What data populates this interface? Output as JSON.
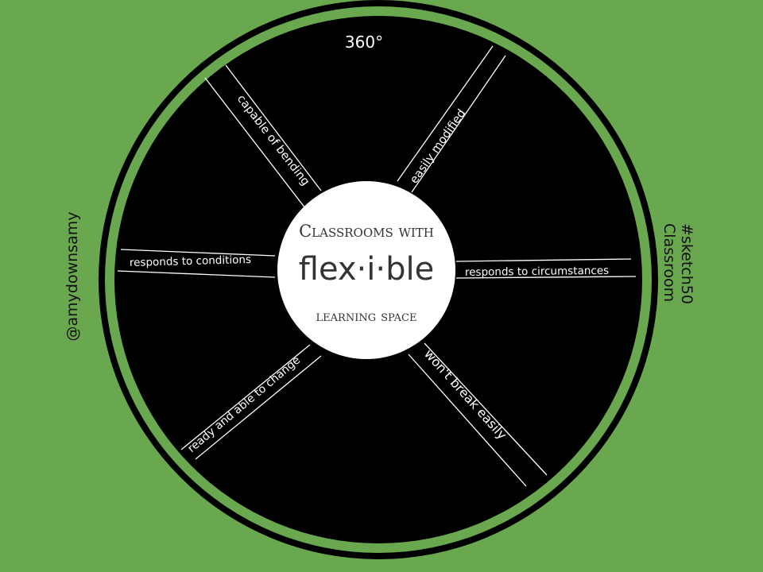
{
  "top_label": "360°",
  "center": {
    "line1": "Classrooms with",
    "word": "flex·i·ble",
    "line3": "learning space"
  },
  "spokes": [
    {
      "id": "capable-of-bending",
      "text": "capable of bending"
    },
    {
      "id": "easily-modified",
      "text": "easily modified"
    },
    {
      "id": "responds-to-conditions",
      "text": "responds to conditions"
    },
    {
      "id": "responds-to-circumstances",
      "text": "responds to circumstances"
    },
    {
      "id": "ready-and-able-to-change",
      "text": "ready and able to change"
    },
    {
      "id": "wont-break-easily",
      "text": "won't break easily"
    }
  ],
  "side_left": "@amydownsamy",
  "side_right": {
    "line1": "#sketch50",
    "line2": "Classroom"
  },
  "colors": {
    "background": "#6aa84f",
    "wheel": "#000000",
    "hub": "#ffffff",
    "text_on_wheel": "#ffffff",
    "hub_text": "#333333"
  }
}
